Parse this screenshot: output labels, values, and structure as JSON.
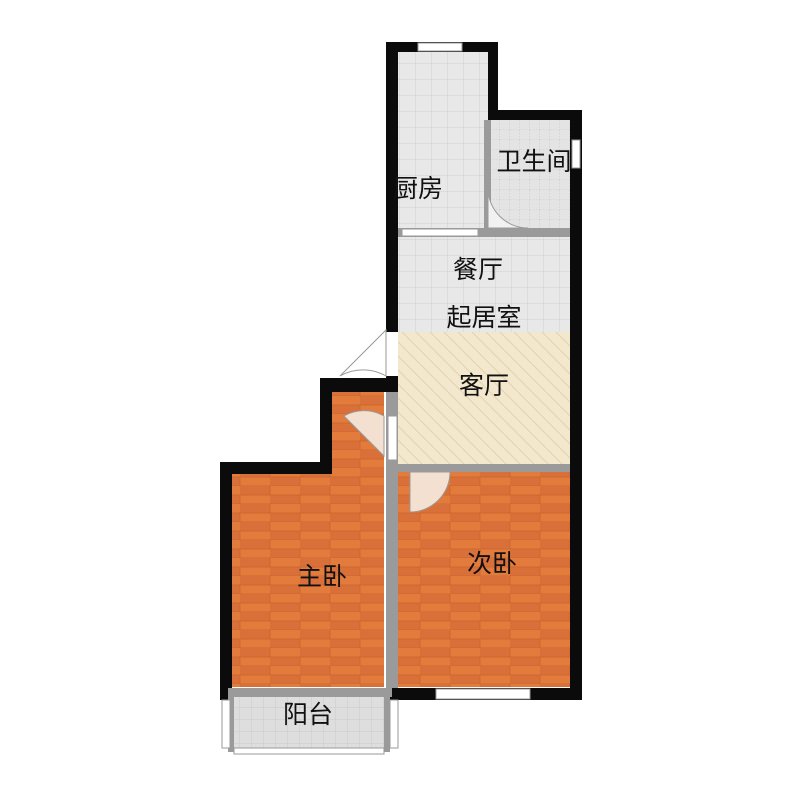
{
  "rooms": {
    "kitchen": "厨房",
    "bathroom": "卫生间",
    "dining": "餐厅",
    "living_room": "起居室",
    "guest_room": "客厅",
    "master_bedroom": "主卧",
    "second_bedroom": "次卧",
    "balcony": "阳台"
  },
  "colors": {
    "wall": "#0b0b0b",
    "partition": "#9a9a9a",
    "tile": "#e6e6e6",
    "tile_line": "#cfcfcf",
    "wood": "#e07a3a",
    "wood_dark": "#c9652a",
    "living_floor": "#f2e6cc",
    "balcony": "#dcdcdc",
    "window": "#ffffff"
  }
}
